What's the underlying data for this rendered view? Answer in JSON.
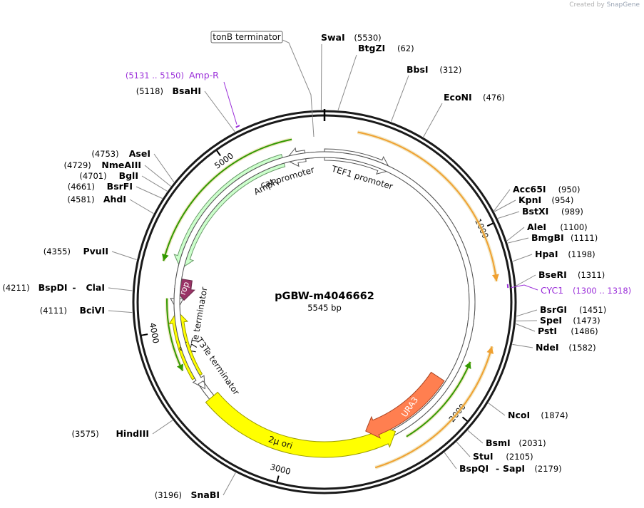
{
  "credit": {
    "prefix": "Created by",
    "brand": "SnapGene"
  },
  "plasmid": {
    "name": "pGBW-m4046662",
    "length_label": "5545 bp",
    "length": 5545
  },
  "ticks": [
    {
      "label": "1000",
      "pos": 1000
    },
    {
      "label": "2000",
      "pos": 2000
    },
    {
      "label": "3000",
      "pos": 3000
    },
    {
      "label": "4000",
      "pos": 4000
    },
    {
      "label": "5000",
      "pos": 5000
    }
  ],
  "sites": [
    {
      "name": "SwaI",
      "pos_label": "(5530)",
      "pos": 5530
    },
    {
      "name": "BtgZI",
      "pos_label": "(62)",
      "pos": 62
    },
    {
      "name": "BbsI",
      "pos_label": "(312)",
      "pos": 312
    },
    {
      "name": "EcoNI",
      "pos_label": "(476)",
      "pos": 476
    },
    {
      "name": "Acc65I",
      "pos_label": "(950)",
      "pos": 950
    },
    {
      "name": "KpnI",
      "pos_label": "(954)",
      "pos": 954
    },
    {
      "name": "BstXI",
      "pos_label": "(989)",
      "pos": 989
    },
    {
      "name": "AleI",
      "pos_label": "(1100)",
      "pos": 1100
    },
    {
      "name": "BmgBI",
      "pos_label": "(1111)",
      "pos": 1111
    },
    {
      "name": "HpaI",
      "pos_label": "(1198)",
      "pos": 1198
    },
    {
      "name": "BseRI",
      "pos_label": "(1311)",
      "pos": 1311
    },
    {
      "name": "BsrGI",
      "pos_label": "(1451)",
      "pos": 1451
    },
    {
      "name": "SpeI",
      "pos_label": "(1473)",
      "pos": 1473
    },
    {
      "name": "PstI",
      "pos_label": "(1486)",
      "pos": 1486
    },
    {
      "name": "NdeI",
      "pos_label": "(1582)",
      "pos": 1582
    },
    {
      "name": "NcoI",
      "pos_label": "(1874)",
      "pos": 1874
    },
    {
      "name": "BsmI",
      "pos_label": "(2031)",
      "pos": 2031
    },
    {
      "name": "StuI",
      "pos_label": "(2105)",
      "pos": 2105
    },
    {
      "name": "BspQI",
      "name2": "SapI",
      "pos_label": "(2179)",
      "pos": 2179
    },
    {
      "name": "SnaBI",
      "pos_label": "(3196)",
      "pos": 3196
    },
    {
      "name": "HindIII",
      "pos_label": "(3575)",
      "pos": 3575
    },
    {
      "name": "BciVI",
      "pos_label": "(4111)",
      "pos": 4111
    },
    {
      "name": "BspDI",
      "name2": "ClaI",
      "pos_label": "(4211)",
      "pos": 4211
    },
    {
      "name": "PvuII",
      "pos_label": "(4355)",
      "pos": 4355
    },
    {
      "name": "AhdI",
      "pos_label": "(4581)",
      "pos": 4581
    },
    {
      "name": "BsrFI",
      "pos_label": "(4661)",
      "pos": 4661
    },
    {
      "name": "BglI",
      "pos_label": "(4701)",
      "pos": 4701
    },
    {
      "name": "NmeAIII",
      "pos_label": "(4729)",
      "pos": 4729
    },
    {
      "name": "AseI",
      "pos_label": "(4753)",
      "pos": 4753
    },
    {
      "name": "BsaHI",
      "pos_label": "(5118)",
      "pos": 5118
    }
  ],
  "primers": [
    {
      "name": "Amp-R",
      "range_label": "(5131 .. 5150)",
      "start": 5131,
      "end": 5150
    },
    {
      "name": "CYC1",
      "range_label": "(1300 .. 1318)",
      "start": 1300,
      "end": 1318
    }
  ],
  "features": [
    {
      "name": "TEF1 promoter",
      "type": "promoter",
      "start": 5545,
      "end": 410,
      "color": "#ffffff"
    },
    {
      "name": "cat promoter",
      "type": "promoter",
      "start": 5430,
      "end": 5310,
      "color": "#ffffff"
    },
    {
      "name": "AmpR",
      "type": "cds",
      "start": 5200,
      "end": 4340,
      "color": "#ccffcc"
    },
    {
      "name": "rop",
      "type": "cds",
      "start": 4300,
      "end": 4180,
      "color": "#993366"
    },
    {
      "name": "T7Te terminator",
      "type": "terminator",
      "start": 4150,
      "end": 4110,
      "color": "#ffffff"
    },
    {
      "name": "ori",
      "type": "rep_origin",
      "start": 4080,
      "end": 3680,
      "color": "#ffff00"
    },
    {
      "name": "T3Te terminator",
      "type": "terminator",
      "start": 3650,
      "end": 3610,
      "color": "#ffffff"
    },
    {
      "name": "2μ ori",
      "type": "rep_origin",
      "start": 3540,
      "end": 2320,
      "color": "#ffff00"
    },
    {
      "name": "URA3",
      "type": "cds",
      "start": 1900,
      "end": 2450,
      "color": "#ff7f50"
    }
  ],
  "labeled_misc": [
    {
      "name": "tonB terminator"
    }
  ],
  "colors": {
    "backbone": "#1a1a1a",
    "orf_orange": "#f0a030",
    "orf_green": "#339900",
    "leader": "#8a8a8a",
    "primer": "#9b30d9"
  }
}
